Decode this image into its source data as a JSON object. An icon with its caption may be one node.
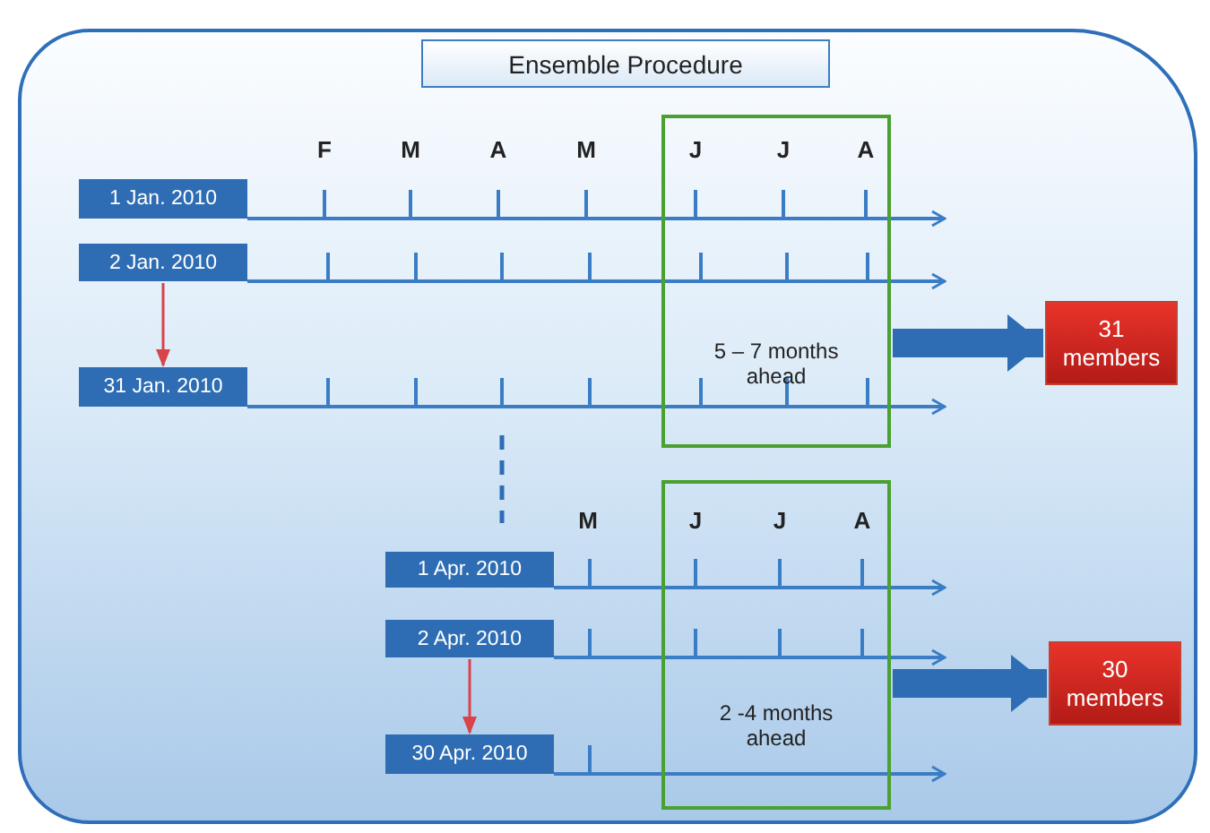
{
  "diagram": {
    "nodes": [
      {
        "text": [
          "Ensemble Procedure"
        ]
      },
      {
        "text": [
          "1 Jan. 2010"
        ]
      },
      {
        "text": [
          "2 Jan. 2010"
        ]
      },
      {
        "text": [
          "31 Jan. 2010"
        ]
      },
      {
        "text": [
          "5 – 7 months ahead"
        ]
      },
      {
        "text": [
          "31 members"
        ]
      },
      {
        "text": [
          "1 Apr. 2010"
        ]
      },
      {
        "text": [
          "2 Apr. 2010"
        ]
      },
      {
        "text": [
          "30 Apr. 2010"
        ]
      },
      {
        "text": [
          "2 -4 months ahead"
        ]
      },
      {
        "text": [
          "30 members"
        ]
      }
    ],
    "edges": [
      {
        "from": 1,
        "to": null,
        "arrow": "to"
      },
      {
        "from": 2,
        "to": null,
        "arrow": "to"
      },
      {
        "from": 3,
        "to": null,
        "arrow": "to"
      },
      {
        "from": 2,
        "to": 3,
        "arrow": "to",
        "color": "#d9434a"
      },
      {
        "from": 4,
        "to": 5,
        "arrow": "to",
        "style": "thick",
        "color": "#2e6db4"
      },
      {
        "from": 6,
        "to": null,
        "arrow": "to"
      },
      {
        "from": 7,
        "to": null,
        "arrow": "to"
      },
      {
        "from": 8,
        "to": null,
        "arrow": "to"
      },
      {
        "from": 7,
        "to": 8,
        "arrow": "to",
        "color": "#d9434a"
      },
      {
        "from": 9,
        "to": 10,
        "arrow": "to",
        "style": "thick",
        "color": "#2e6db4"
      }
    ],
    "labels": [
      "F",
      "M",
      "A",
      "M",
      "J",
      "J",
      "A",
      "M",
      "J",
      "J",
      "A"
    ]
  }
}
